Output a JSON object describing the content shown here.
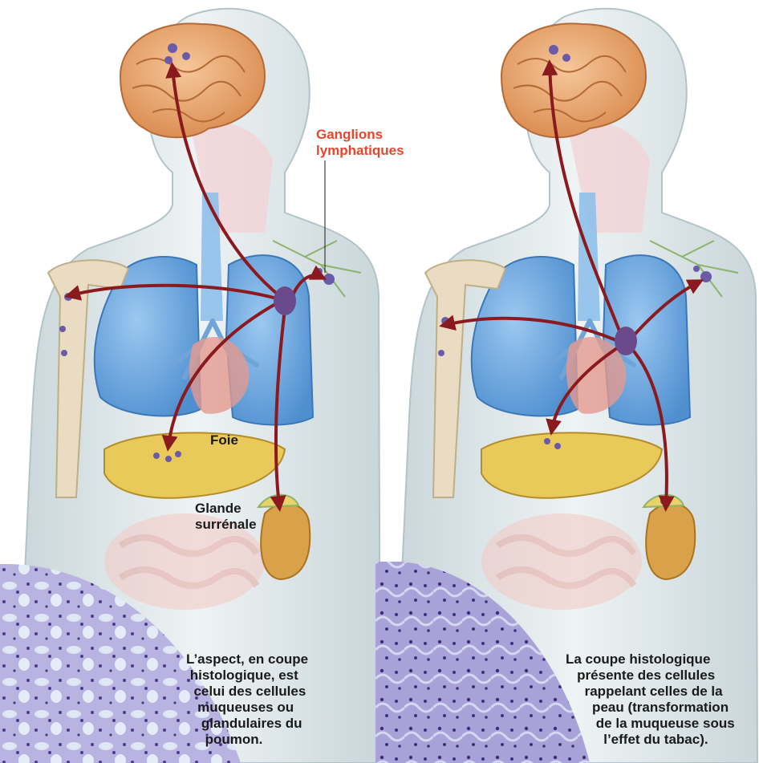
{
  "colors": {
    "background": "#ffffff",
    "body_silhouette": "#dfe8ea",
    "brain": "#e8a56d",
    "lungs": "#6aa8e0",
    "liver": "#e8c95a",
    "adrenal_kidney": "#d9a24a",
    "intestines": "#f4c9c4",
    "bone": "#e9dcc2",
    "arrow": "#8b1a1f",
    "tumor": "#6b4a8c",
    "histology_bg": "#c9c6e8",
    "label_red": "#e8452c",
    "label_dark": "#1a1a1a"
  },
  "labels": {
    "ganglions": "Ganglions\nlymphatiques",
    "foie": "Foie",
    "glande": "Glande\nsurrénale"
  },
  "captions": {
    "left": "L’aspect, en coupe\n histologique, est\n  celui des cellules\n   muqueuses ou\n    glandulaires du\n     poumon.",
    "right": "La coupe histologique\n   présente des cellules\n     rappelant celles de la\n       peau (transformation\n        de la muqueuse sous\n          l’effet du tabac)."
  },
  "icons": [
    "brain-icon",
    "lungs-icon",
    "liver-icon",
    "adrenal-gland-icon",
    "lymph-node-icon",
    "bone-icon",
    "tumor-icon",
    "metastasis-arrow-icon",
    "histology-slide-icon"
  ]
}
